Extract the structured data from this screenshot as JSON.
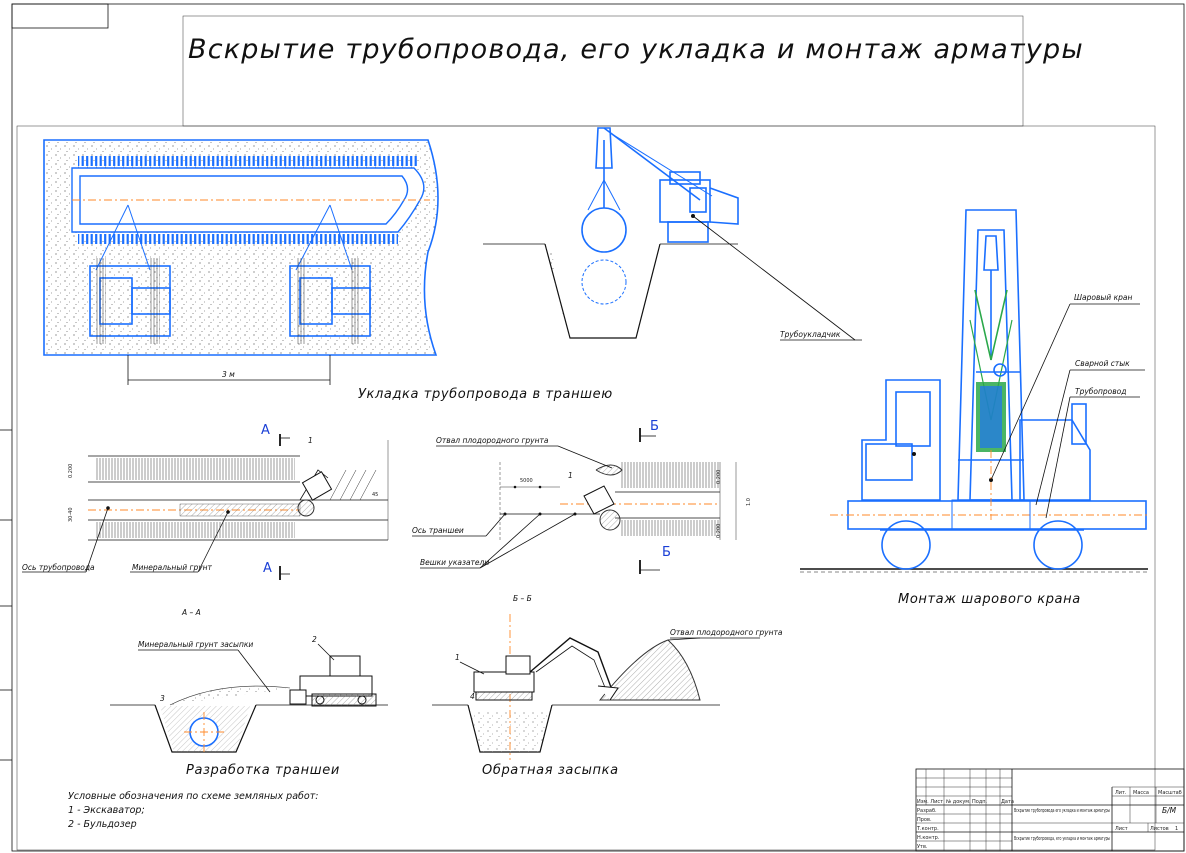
{
  "title": "Вскрытие трубопровода, его укладка и монтаж арматуры",
  "captions": {
    "laying": "Укладка трубопровода в траншею",
    "digging": "Разработка траншеи",
    "backfill": "Обратная засыпка",
    "valve": "Монтаж шарового крана"
  },
  "labels": {
    "dim_3m": "3 м",
    "pipelayer": "Трубоукладчик",
    "ball_valve": "Шаровый кран",
    "weld_joint": "Сварной стык",
    "pipeline": "Трубопровод",
    "pipe_axis": "Ось трубопровода",
    "mineral_soil": "Минеральный грунт",
    "fertile_dump": "Отвал плодородного грунта",
    "trench_axis": "Ось траншеи",
    "stakes": "Вешки указатели",
    "mineral_backfill": "Минеральный грунт засыпки",
    "fertile_dump2": "Отвал плодородного грунта",
    "n1a": "1",
    "n2a": "2",
    "n3a": "3",
    "n1b": "1",
    "n1c": "1",
    "n4": "4",
    "dim_200a": "0.200",
    "dim_side": "30-40",
    "dim_5000": "5000",
    "dim_200b": "0.200",
    "dim_200c": "0.200",
    "dim_total": "1.0",
    "angle": "45"
  },
  "sections": {
    "a_top": "А",
    "a_bottom": "А",
    "b_top": "Б",
    "b_bottom": "Б",
    "aa": "А – А",
    "bb": "Б – Б"
  },
  "legend": {
    "title": "Условные обозначения по схеме земляных работ:",
    "item1": "1 - Экскаватор;",
    "item2": "2 - Бульдозер"
  },
  "stamp": {
    "rows": [
      "Изм. Лист",
      "№ докум.",
      "Подп.",
      "Дата"
    ],
    "role1": "Разраб.",
    "role2": "Пров.",
    "role3": "Т.контр.",
    "role4": "Н.контр.",
    "role5": "Утв.",
    "doc": "Вскрытие трубопровода его укладка и монтаж арматуры",
    "org": "Вскрытие трубопровода, его укладка и монтаж арматуры",
    "lit": "Лит.",
    "mass": "Масса",
    "scale": "Масштаб",
    "scale_val": "Б/М",
    "sheet": "Лист",
    "sheets": "Листов",
    "sheets_val": "1"
  },
  "colors": {
    "drawing": "#1a6fff",
    "line": "#111111",
    "axis": "#ff8a2a",
    "rope": "#2aa84a"
  }
}
